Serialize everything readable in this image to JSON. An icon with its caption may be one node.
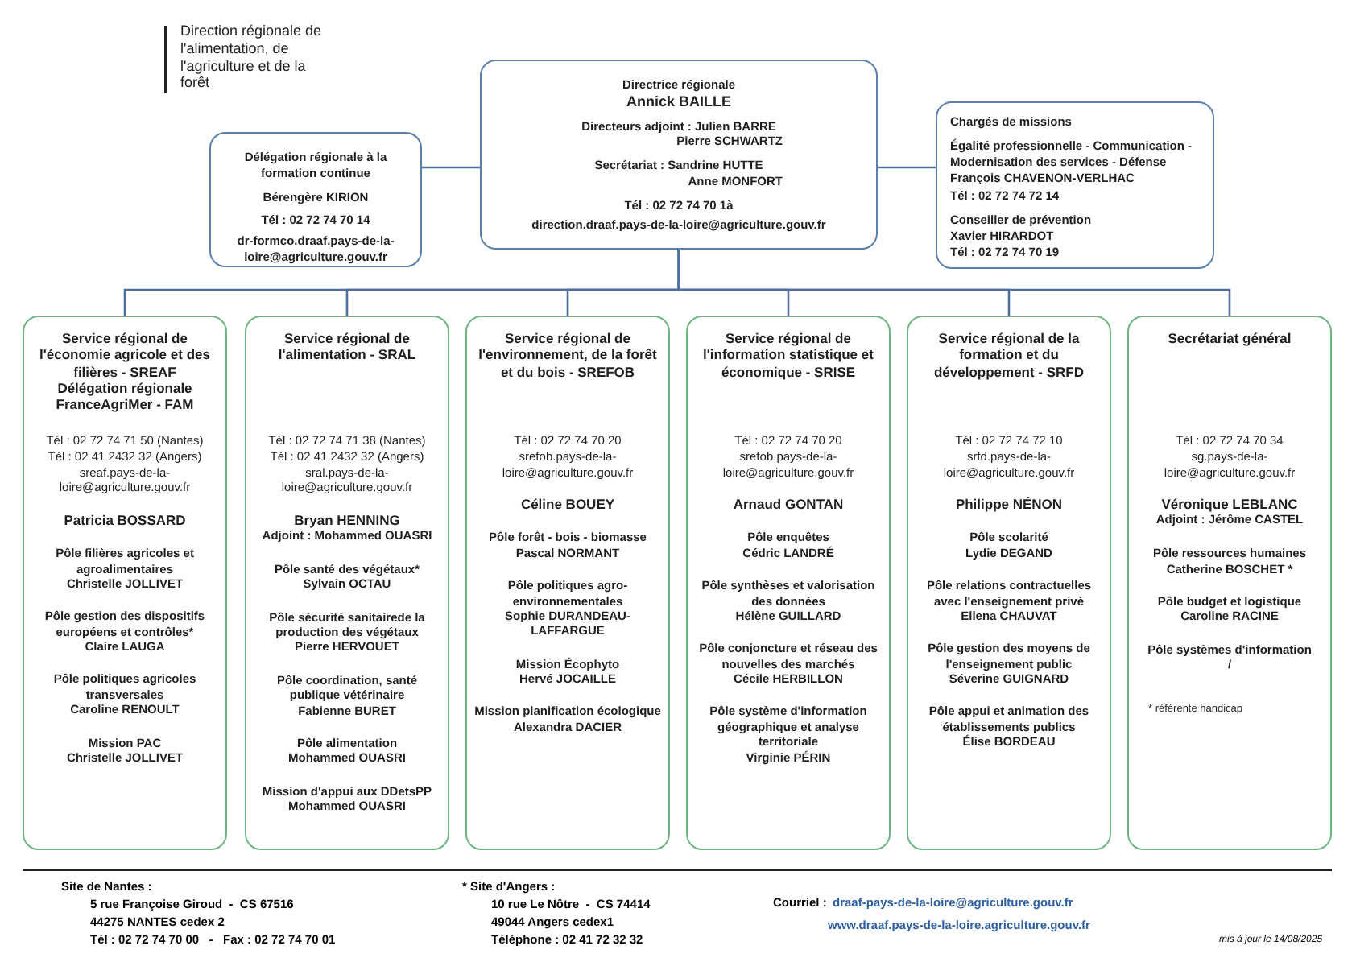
{
  "diagram": {
    "nodes": [
      {
        "text": [
          "Directrice régionale",
          "Annick BAILLE",
          "Directeurs adjoint : Julien BARRE",
          "Pierre SCHWARTZ",
          "Secrétariat : Sandrine HUTTE",
          "Anne MONFORT",
          "Tél : 02 72 74 70 1à",
          "direction.draaf.pays-de-la-loire@agriculture.gouv.fr"
        ]
      },
      {
        "text": [
          "Délégation régionale à la formation continue",
          "Bérengère KIRION",
          "Tél : 02 72 74 70 14",
          "dr-formco.draaf.pays-de-la-loire@agriculture.gouv.fr"
        ]
      },
      {
        "text": [
          "Chargés de missions",
          "Égalité professionnelle - Communication - Modernisation des services - Défense",
          "François CHAVENON-VERLHAC",
          "Tél : 02 72 74 72 14",
          "Conseiller de prévention",
          "Xavier HIRARDOT",
          "Tél : 02 72 74 70 19"
        ]
      },
      {
        "text": [
          "Service régional de l'économie agricole et des filières - SREAF",
          "Délégation régionale FranceAgriMer - FAM",
          "Tél : 02 72 74 71 50 (Nantes)",
          "Tél : 02 41 2432 32 (Angers)",
          "sreaf.pays-de-la-loire@agriculture.gouv.fr",
          "Patricia BOSSARD",
          "Pôle filières agricoles et agroalimentaires",
          "Christelle JOLLIVET",
          "Pôle gestion des dispositifs européens et contrôles*",
          "Claire LAUGA",
          "Pôle politiques agricoles transversales",
          "Caroline RENOULT",
          "Mission PAC",
          "Christelle JOLLIVET"
        ]
      },
      {
        "text": [
          "Service régional de l'alimentation - SRAL",
          "Tél : 02 72 74 71 38 (Nantes)",
          "Tél : 02 41 2432 32 (Angers)",
          "sral.pays-de-la-loire@agriculture.gouv.fr",
          "Bryan HENNING",
          "Adjoint : Mohammed OUASRI",
          "Pôle santé des végétaux*",
          "Sylvain OCTAU",
          "Pôle sécurité sanitairede la production des végétaux",
          "Pierre HERVOUET",
          "Pôle coordination, santé publique vétérinaire",
          "Fabienne BURET",
          "Pôle alimentation",
          "Mohammed OUASRI",
          "Mission d'appui aux DDetsPP",
          "Mohammed OUASRI"
        ]
      },
      {
        "text": [
          "Service régional de l'environnement, de la forêt et du bois - SREFOB",
          "Tél : 02 72 74 70 20",
          "srefob.pays-de-la-loire@agriculture.gouv.fr",
          "Céline BOUEY",
          "Pôle forêt - bois - biomasse",
          "Pascal NORMANT",
          "Pôle politiques agro-environnementales",
          "Sophie DURANDEAU-LAFFARGUE",
          "Mission Écophyto",
          "Hervé JOCAILLE",
          "Mission planification écologique",
          "Alexandra DACIER"
        ]
      },
      {
        "text": [
          "Service régional de l'information statistique et économique - SRISE",
          "Tél : 02 72 74 70 20",
          "srefob.pays-de-la-loire@agriculture.gouv.fr",
          "Arnaud GONTAN",
          "Pôle enquêtes",
          "Cédric LANDRÉ",
          "Pôle synthèses et valorisation des données",
          "Hélène GUILLARD",
          "Pôle conjoncture et réseau des nouvelles des marchés",
          "Cécile HERBILLON",
          "Pôle système d'information géographique et analyse territoriale",
          "Virginie PÉRIN"
        ]
      },
      {
        "text": [
          "Service régional de la formation et du développement - SRFD",
          "Tél : 02 72 74 72 10",
          "srfd.pays-de-la-loire@agriculture.gouv.fr",
          "Philippe NÉNON",
          "Pôle scolarité",
          "Lydie DEGAND",
          "Pôle relations contractuelles avec l'enseignement privé",
          "Ellena CHAUVAT",
          "Pôle gestion des moyens de l'enseignement public",
          "Séverine GUIGNARD",
          "Pôle appui et animation des établissements publics",
          "Élise BORDEAU"
        ]
      },
      {
        "text": [
          "Secrétariat général",
          "Tél : 02 72 74 70 34",
          "sg.pays-de-la-loire@agriculture.gouv.fr",
          "Véronique LEBLANC",
          "Adjoint : Jérôme CASTEL",
          "Pôle ressources humaines",
          "Catherine BOSCHET *",
          "Pôle budget et logistique",
          "Caroline RACINE",
          "Pôle systèmes d'information",
          "/",
          "* référente handicap"
        ]
      }
    ],
    "edges": [
      {
        "from": 1,
        "to": 0,
        "arrow": "none"
      },
      {
        "from": 0,
        "to": 2,
        "arrow": "none"
      },
      {
        "from": 0,
        "to": 3,
        "arrow": "none"
      },
      {
        "from": 0,
        "to": 4,
        "arrow": "none"
      },
      {
        "from": 0,
        "to": 5,
        "arrow": "none"
      },
      {
        "from": 0,
        "to": 6,
        "arrow": "none"
      },
      {
        "from": 0,
        "to": 7,
        "arrow": "none"
      },
      {
        "from": 0,
        "to": 8,
        "arrow": "none"
      }
    ],
    "labels": [
      "Direction régionale de l'alimentation, de l'agriculture et de la forêt",
      "Site de Nantes :",
      "5 rue Françoise Giroud  -  CS 67516",
      "44275 NANTES cedex 2",
      "Tél : 02 72 74 70 00   -   Fax : 02 72 74 70 01",
      "* Site d'Angers :",
      "10 rue Le Nôtre  -  CS 74414",
      "49044 Angers cedex1",
      "Téléphone : 02 41 72 32 32",
      "Courriel :",
      "draaf-pays-de-la-loire@agriculture.gouv.fr",
      "www.draaf.pays-de-la-loire.agriculture.gouv.fr",
      "mis à jour le 14/08/2025"
    ]
  }
}
